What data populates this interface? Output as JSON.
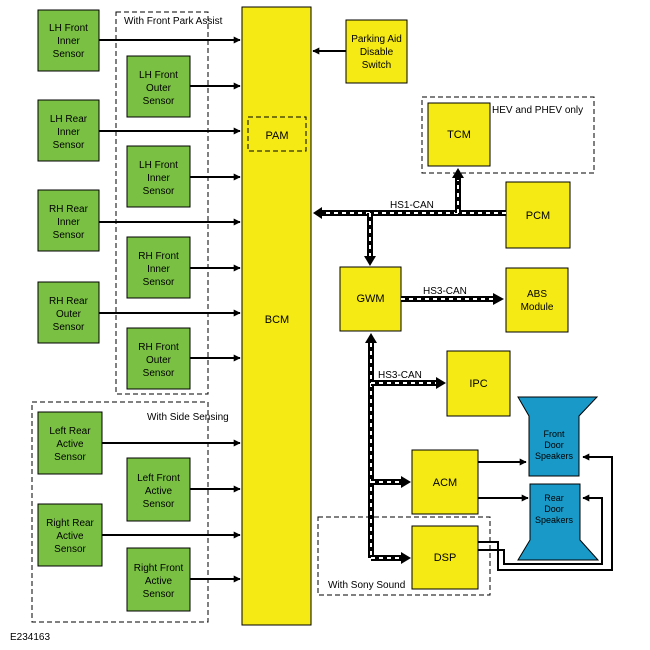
{
  "figure_id": "E234163",
  "colors": {
    "sensor_fill": "#7ac143",
    "module_fill": "#f5ea14",
    "speaker_fill": "#1899c8",
    "stroke": "#000000",
    "can_dash": "#ffffff"
  },
  "groups": {
    "front_park_assist": "With Front  Park Assist",
    "side_sensing": "With Side Sensing",
    "hev_phev": "HEV and PHEV only",
    "sony_sound": "With Sony Sound"
  },
  "sensors": {
    "lh_front_inner": [
      "LH Front",
      "Inner",
      "Sensor"
    ],
    "lh_front_outer": [
      "LH Front",
      "Outer",
      "Sensor"
    ],
    "lh_rear_inner": [
      "LH Rear",
      "Inner",
      "Sensor"
    ],
    "lh_front_inner_2": [
      "LH Front",
      "Inner",
      "Sensor"
    ],
    "rh_rear_inner": [
      "RH Rear",
      "Inner",
      "Sensor"
    ],
    "rh_front_inner": [
      "RH Front",
      "Inner",
      "Sensor"
    ],
    "rh_rear_outer": [
      "RH Rear",
      "Outer",
      "Sensor"
    ],
    "rh_front_outer": [
      "RH Front",
      "Outer",
      "Sensor"
    ],
    "left_rear_active": [
      "Left Rear",
      "Active",
      "Sensor"
    ],
    "left_front_active": [
      "Left Front",
      "Active",
      "Sensor"
    ],
    "right_rear_active": [
      "Right Rear",
      "Active",
      "Sensor"
    ],
    "right_front_active": [
      "Right Front",
      "Active",
      "Sensor"
    ]
  },
  "modules": {
    "bcm": "BCM",
    "pam": "PAM",
    "parking_aid_switch": [
      "Parking Aid",
      "Disable",
      "Switch"
    ],
    "tcm": "TCM",
    "pcm": "PCM",
    "gwm": "GWM",
    "abs": [
      "ABS",
      "Module"
    ],
    "ipc": "IPC",
    "acm": "ACM",
    "dsp": "DSP"
  },
  "speakers": {
    "front_door": [
      "Front",
      "Door",
      "Speakers"
    ],
    "rear_door": [
      "Rear",
      "Door",
      "Speakers"
    ]
  },
  "buses": {
    "hs1": "HS1-CAN",
    "hs3_abs": "HS3-CAN",
    "hs3_ipc": "HS3-CAN"
  }
}
